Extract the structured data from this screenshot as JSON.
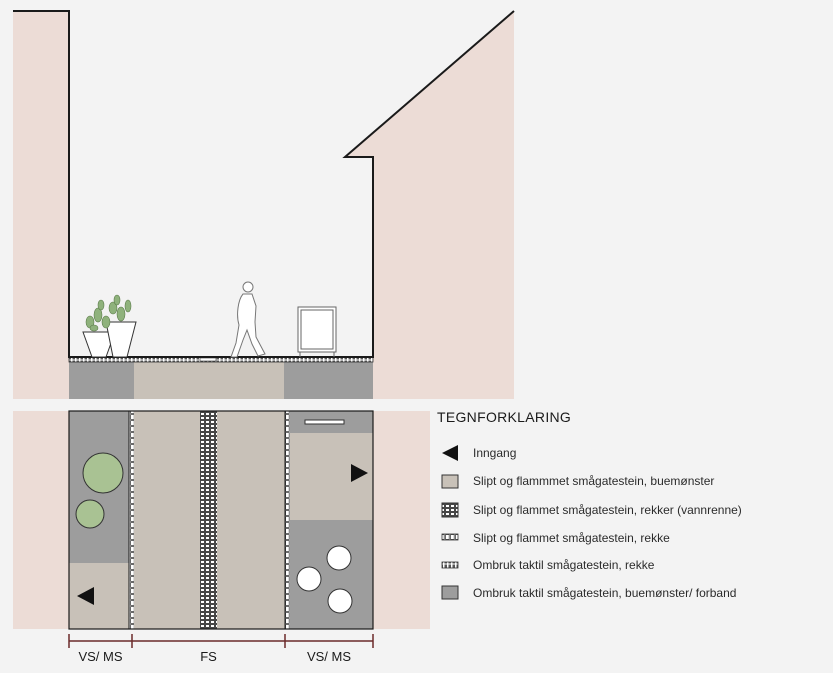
{
  "legend": {
    "title": "TEGNFORKLARING",
    "items": [
      {
        "key": "entrance",
        "label": "Inngang",
        "swatch": "triangle-icon"
      },
      {
        "key": "arc",
        "label": "Slipt og flammmet smågatestein, buemønster",
        "swatch": "fill-light"
      },
      {
        "key": "gutter",
        "label": "Slipt og flammet smågatestein, rekker (vannrenne)",
        "swatch": "pattern-grid"
      },
      {
        "key": "rows",
        "label": "Slipt og flammet smågatestein, rekke",
        "swatch": "pattern-row-light"
      },
      {
        "key": "tactile-row",
        "label": "Ombruk taktil smågatestein, rekke",
        "swatch": "pattern-row-dark"
      },
      {
        "key": "tactile-arc",
        "label": "Ombruk taktil smågatestein, buemønster/ forband",
        "swatch": "fill-dark"
      }
    ]
  },
  "dimensions": {
    "left": "VS/ MS",
    "middle": "FS",
    "right": "VS/ MS"
  },
  "colors": {
    "building": "#ecdcd6",
    "paving_light": "#c8c1b8",
    "paving_dark": "#9d9d9d",
    "tree": "#a9c293",
    "line": "#1a1a1a"
  }
}
